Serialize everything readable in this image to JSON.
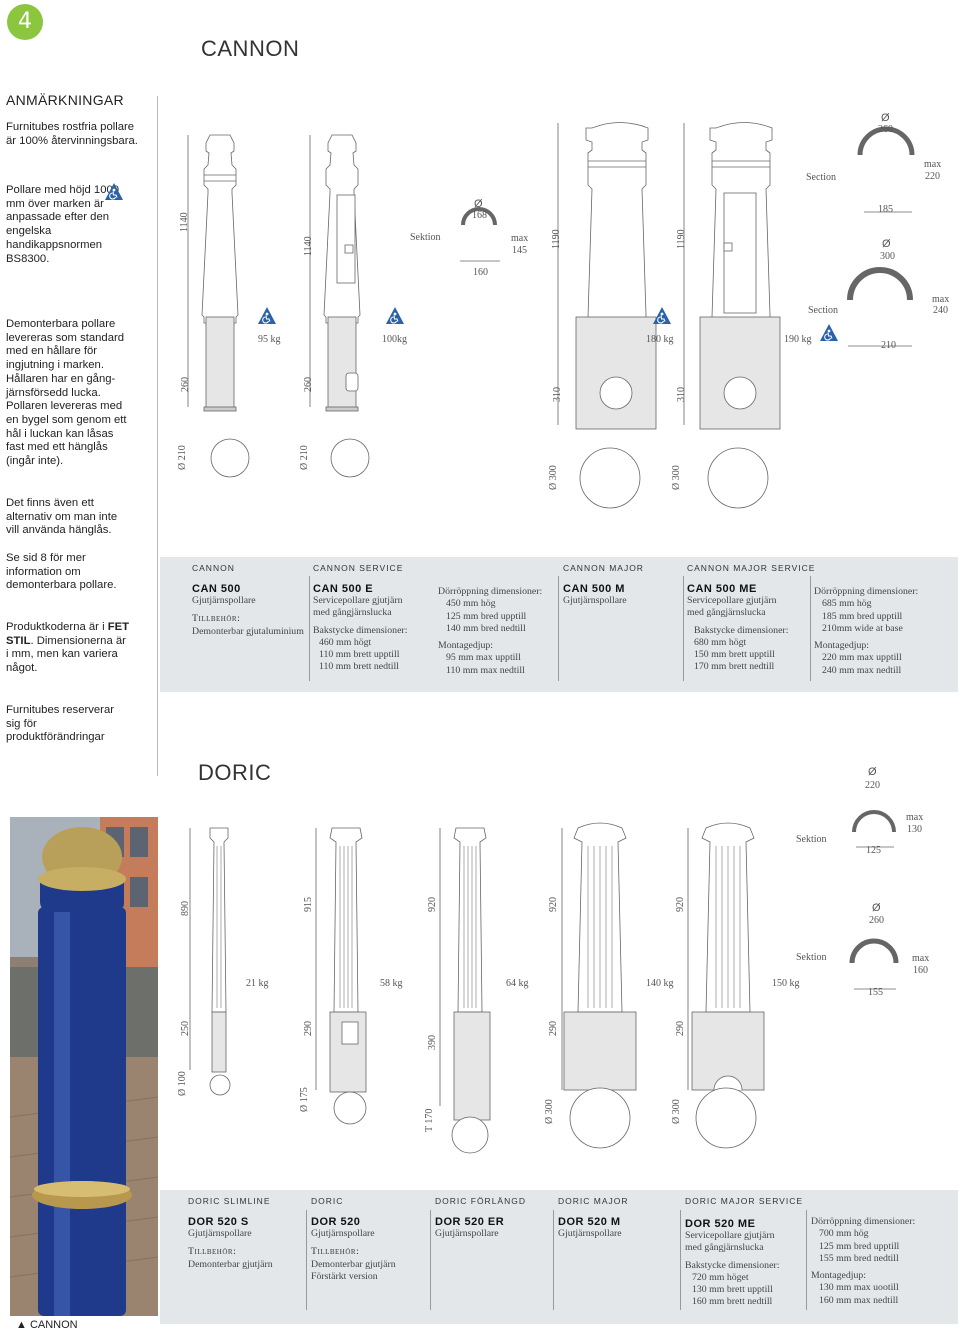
{
  "page_number": "4",
  "cannon_title": "CANNON",
  "doric_title": "DORIC",
  "sidebar": {
    "heading": "ANMÄRKNINGAR",
    "p1": "Furnitubes rostfria pollare är 100% återvinningsbara.",
    "p2": "Pollare med höjd 1000 mm över marken är anpassade efter den engelska handikappsnormen BS8300.",
    "p3": "Demonterbara pollare levereras som standard med en hållare för ingjutning i marken. Hållaren har en gång-järnsförsedd lucka. Pollaren levereras med en bygel som genom ett hål i luckan kan låsas fast med ett hänglås (ingår inte).",
    "p4": "Det finns även ett alternativ om man inte vill använda hänglås.",
    "p5": "Se sid 8 för mer information om demonterbara pollare.",
    "p6_a": "Produktkoderna är i ",
    "p6_bold": "FET STIL",
    "p6_b": ". Dimensionerna är i mm, men kan variera något.",
    "p7": "Furnitubes reserverar sig för produktförändringar"
  },
  "photo_caption": "▲ CANNON",
  "cannon_panel": {
    "col1": {
      "title": "CANNON",
      "code": "CAN 500",
      "desc": "Gjutjärnspollare",
      "acc_label": "Tillbehör:",
      "acc": "Demonterbar gjutaluminium"
    },
    "col2": {
      "title": "CANNON SERVICE",
      "code": "CAN 500 E",
      "desc1": "Servicepollare gjutjärn",
      "desc2": "med gångjärnslucka",
      "bak_label": "Bakstycke dimensioner:",
      "bak1": "460 mm högt",
      "bak2": "110 mm brett upptill",
      "bak3": "110 mm brett nedtill"
    },
    "col2b": {
      "dor_label": "Dörröppning dimensioner:",
      "dor1": "450 mm hög",
      "dor2": "125 mm bred upptill",
      "dor3": "140 mm bred nedtill",
      "mont_label": "Montagedjup:",
      "mont1": "95 mm max upptill",
      "mont2": "110 mm max nedtill"
    },
    "col3": {
      "title": "CANNON MAJOR",
      "code": "CAN 500 M",
      "desc": "Gjutjärnspollare"
    },
    "col4": {
      "title": "CANNON MAJOR SERVICE",
      "code": "CAN 500 ME",
      "desc1": "Servicepollare gjutjärn",
      "desc2": "med gångjärnslucka",
      "bak_label": "Bakstycke dimensioner:",
      "bak1": "680 mm högt",
      "bak2": "150 mm brett upptill",
      "bak3": "170 mm brett nedtill"
    },
    "col4b": {
      "dor_label": "Dörröppning dimensioner:",
      "dor1": "685 mm hög",
      "dor2": "185 mm bred upptill",
      "dor3": "210mm wide at base",
      "mont_label": "Montagedjup:",
      "mont1": "220 mm max upptill",
      "mont2": "240 mm max nedtill"
    }
  },
  "doric_panel": {
    "col1": {
      "title": "DORIC SLIMLINE",
      "code": "DOR 520 S",
      "desc": "Gjutjärnspollare",
      "acc_label": "Tillbehör:",
      "acc": "Demonterbar gjutjärn"
    },
    "col2": {
      "title": "DORIC",
      "code": "DOR 520",
      "desc": "Gjutjärnspollare",
      "acc_label": "Tillbehör:",
      "acc1": "Demonterbar gjutjärn",
      "acc2": "Förstärkt version"
    },
    "col3": {
      "title": "DORIC FÖRLÄNGD",
      "code": "DOR 520 ER",
      "desc": "Gjutjärnspollare"
    },
    "col4": {
      "title": "DORIC MAJOR",
      "code": "DOR 520 M",
      "desc": "Gjutjärnspollare"
    },
    "col5": {
      "title": "DORIC MAJOR SERVICE",
      "code": "DOR 520 ME",
      "desc1": "Servicepollare gjutjärn",
      "desc2": "med gångjärnslucka",
      "bak_label": "Bakstycke dimensioner:",
      "bak1": "720 mm höget",
      "bak2": "130 mm brett upptill",
      "bak3": "160 mm brett nedtill"
    },
    "col5b": {
      "dor_label": "Dörröppning dimensioner:",
      "dor1": "700 mm hög",
      "dor2": "125 mm bred upptill",
      "dor3": "155 mm bred nedtill",
      "mont_label": "Montagedjup:",
      "mont1": "130 mm max uootill",
      "mont2": "160 mm max nedtill"
    }
  },
  "cannon_dims": {
    "h1": "1140",
    "h2": "1140",
    "h3": "1190",
    "h4": "1190",
    "w1": "95 kg",
    "w2": "100kg",
    "w3": "180 kg",
    "w4": "190 kg",
    "b1": "260",
    "b2": "260",
    "b3": "310",
    "b4": "310",
    "d1": "Ø 210",
    "d2": "Ø 210",
    "d3": "Ø 300",
    "d4": "Ø 300",
    "sektion": "Sektion",
    "s_top": "Ø",
    "s_168": "168",
    "s_max": "max",
    "s_145": "145",
    "s_160": "160",
    "section": "Section",
    "s2_dia": "Ø",
    "s2_260": "260",
    "s2_max": "max",
    "s2_220": "220",
    "s2_185": "185",
    "s2_dia2": "Ø",
    "s2_300": "300",
    "section2": "Section",
    "s3_max": "max",
    "s3_240": "240",
    "s3_210": "210"
  },
  "doric_dims": {
    "h1": "890",
    "h2": "915",
    "h3": "920",
    "h4": "920",
    "h5": "920",
    "w1": "21 kg",
    "w2": "58 kg",
    "w3": "64 kg",
    "w4": "140 kg",
    "w5": "150 kg",
    "b1": "250",
    "b2": "290",
    "b3": "390",
    "b4": "290",
    "b5": "290",
    "d1": "Ø 100",
    "d2": "Ø 175",
    "d3": "T 170",
    "d4": "Ø 300",
    "d5": "Ø 300",
    "s_dia": "Ø",
    "s_220": "220",
    "sektion1": "Sektion",
    "s_max": "max",
    "s_130": "130",
    "s_125": "125",
    "s_dia2": "Ø",
    "s_260": "260",
    "sektion2": "Sektion",
    "s2_max": "max",
    "s2_160": "160",
    "s2_155": "155"
  }
}
